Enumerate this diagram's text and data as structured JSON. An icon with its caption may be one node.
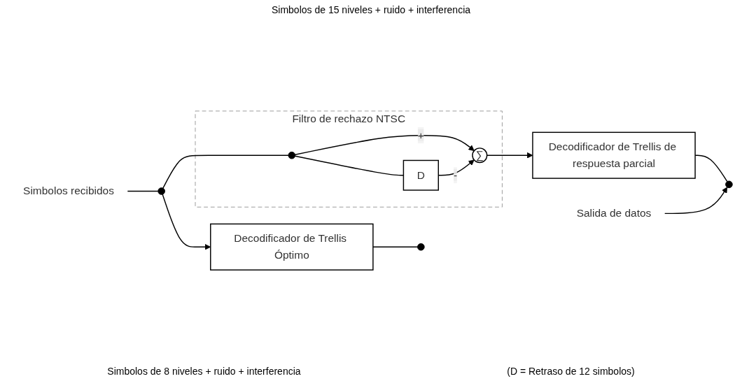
{
  "diagram": {
    "nodes": [
      {
        "text": [
          "Filtro de rechazo NTSC"
        ]
      },
      {
        "text": [],
        "shape": "circle",
        "in": 0
      },
      {
        "text": [
          "∑"
        ],
        "in": 0
      },
      {
        "text": [
          "D"
        ],
        "in": 0
      },
      {
        "text": [
          "Decodificador de Trellis de respuesta parcial"
        ]
      },
      {
        "text": [
          "Simbolos recibidos"
        ]
      },
      {
        "text": [],
        "shape": "circle"
      },
      {
        "text": [],
        "shape": "circle"
      },
      {
        "text": [
          "Salida de datos"
        ]
      },
      {
        "text": [],
        "shape": "circle"
      },
      {
        "text": [
          "Decodificador de Trellis Óptimo"
        ]
      }
    ],
    "edges": [
      {
        "from": 5,
        "to": 6,
        "arrow": "none"
      },
      {
        "from": 6,
        "to": 1,
        "arrow": "none"
      },
      {
        "from": 1,
        "to": 2,
        "arrow": "to",
        "label": "+"
      },
      {
        "from": 1,
        "to": 3,
        "arrow": "none"
      },
      {
        "from": 3,
        "to": 2,
        "arrow": "to",
        "label": "-"
      },
      {
        "from": 2,
        "to": 4,
        "arrow": "to"
      },
      {
        "from": 4,
        "to": 7,
        "arrow": "none"
      },
      {
        "from": 6,
        "to": 10,
        "arrow": "to"
      },
      {
        "from": 10,
        "to": 9,
        "arrow": "none"
      },
      {
        "from": 8,
        "to": 7,
        "arrow": "to"
      }
    ],
    "labels": [
      "Simbolos de 15 niveles + ruido + interferencia",
      "Simbolos de 8 niveles + ruido + interferencia",
      "(D = Retraso de 12 simbolos)"
    ]
  }
}
